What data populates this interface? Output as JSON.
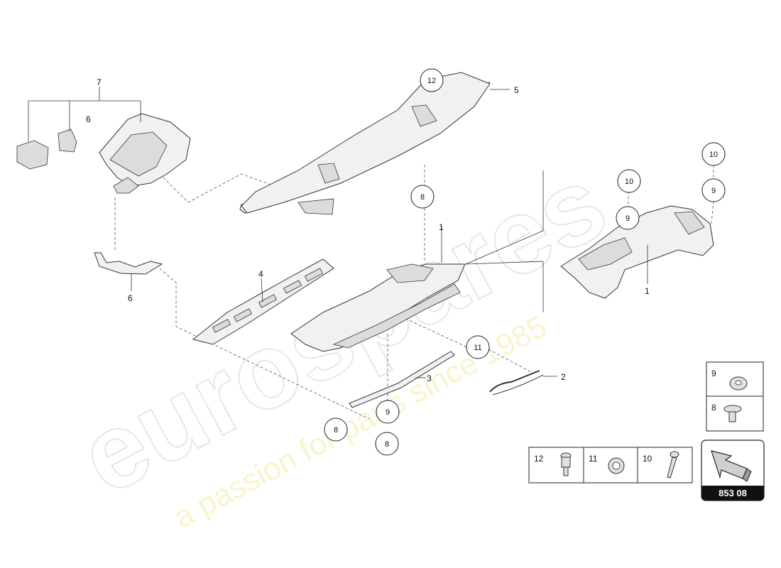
{
  "watermark": {
    "brand": "eurospares",
    "tagline": "a passion for parts since 1985"
  },
  "labels": {
    "l1a": "1",
    "l1b": "1",
    "l2": "2",
    "l3": "3",
    "l4": "4",
    "l5": "5",
    "l6a": "6",
    "l6b": "6",
    "l7": "7"
  },
  "callouts": {
    "c12": "12",
    "c8a": "8",
    "c10a": "10",
    "c9a": "9",
    "c10b": "10",
    "c9b": "9",
    "c11": "11",
    "c9c": "9",
    "c8b": "8",
    "c8c": "8"
  },
  "hardware": {
    "h9": "9",
    "h8": "8",
    "h12": "12",
    "h11": "11",
    "h10": "10"
  },
  "ref_number": "853 08"
}
